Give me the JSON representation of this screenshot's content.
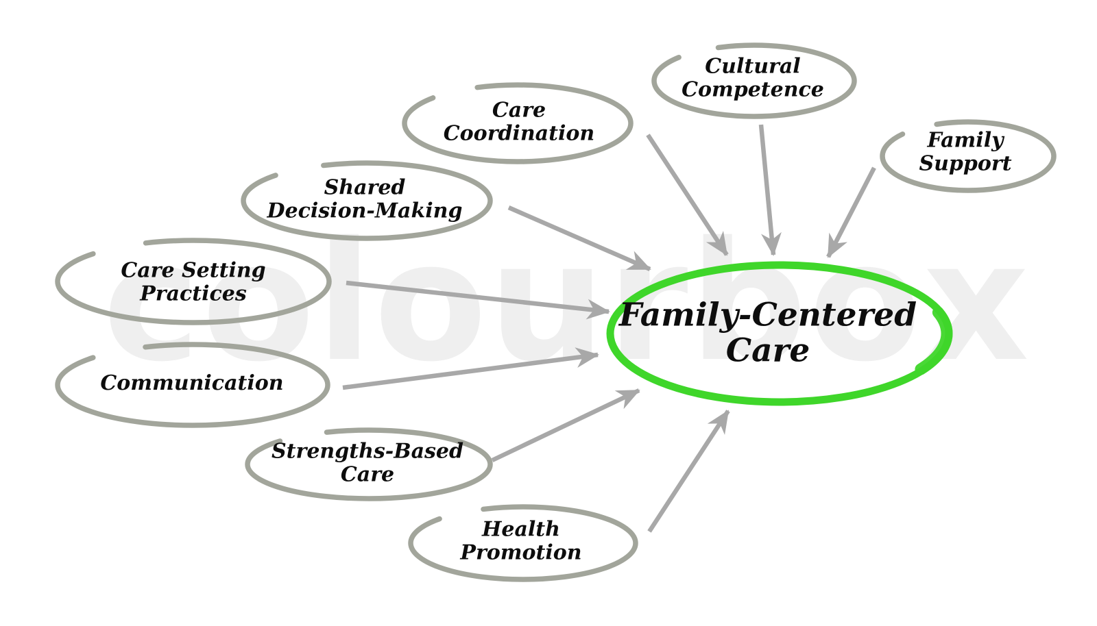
{
  "diagram": {
    "watermark": "colourbox",
    "center": {
      "line1": "Family-Centered",
      "line2": "Care"
    },
    "nodes": {
      "care_coordination": {
        "line1": "Care",
        "line2": "Coordination"
      },
      "cultural_competence": {
        "line1": "Cultural",
        "line2": "Competence"
      },
      "family_support": {
        "line1": "Family",
        "line2": "Support"
      },
      "shared_decision_making": {
        "line1": "Shared",
        "line2": "Decision-Making"
      },
      "care_setting_practices": {
        "line1": "Care Setting",
        "line2": "Practices"
      },
      "communication": {
        "line1": "Communication"
      },
      "strengths_based_care": {
        "line1": "Strengths-Based",
        "line2": "Care"
      },
      "health_promotion": {
        "line1": "Health",
        "line2": "Promotion"
      }
    },
    "colors": {
      "node_stroke": "#a2a59b",
      "arrow": "#a8a8a8",
      "center_stroke": "#3fd62a",
      "text": "#0d0d0d",
      "watermark": "#efefef"
    }
  }
}
